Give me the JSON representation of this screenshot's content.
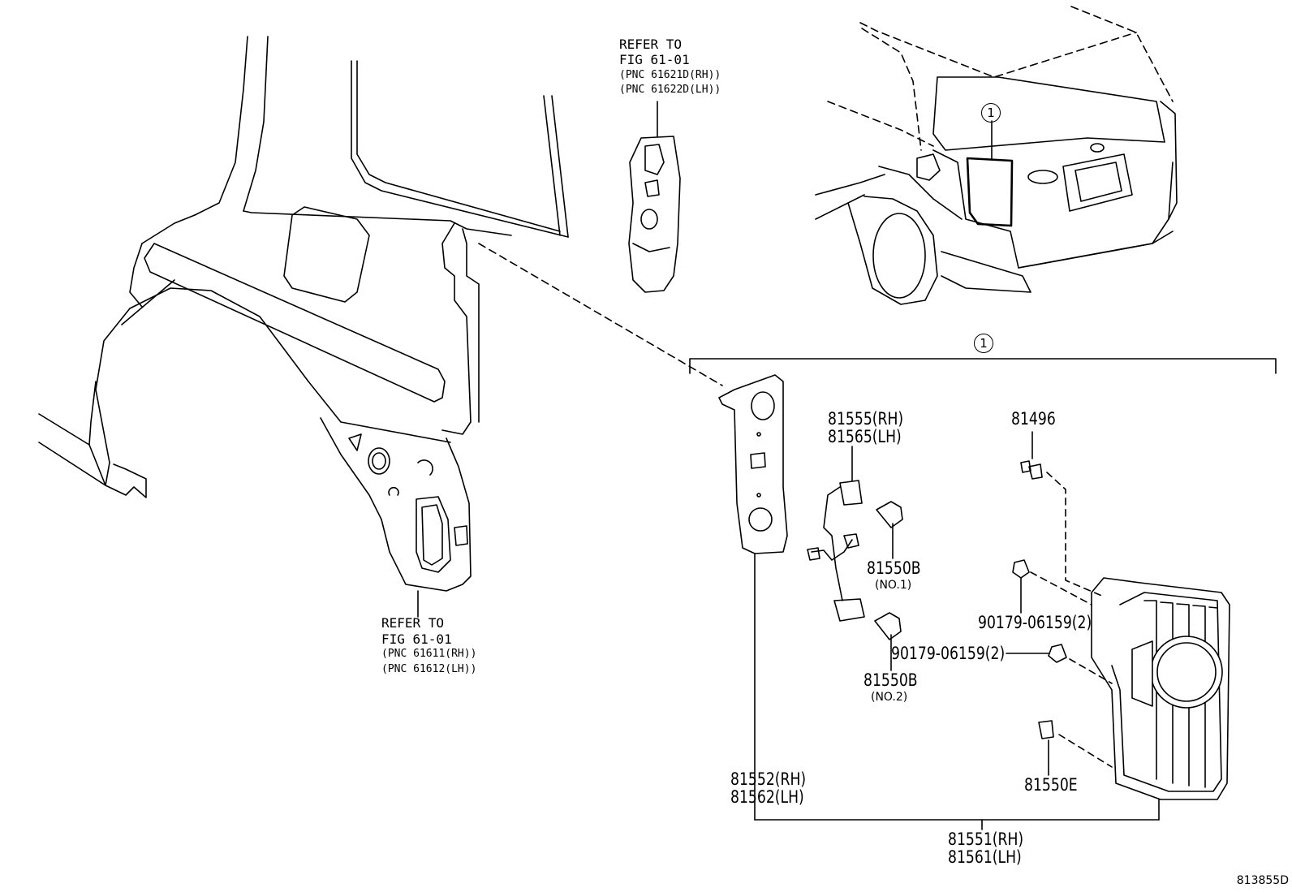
{
  "refer_upper": {
    "line1": "REFER TO",
    "line2": "FIG 61-01",
    "pnc_rh": "(PNC 61621D(RH))",
    "pnc_lh": "(PNC 61622D(LH))"
  },
  "refer_lower": {
    "line1": "REFER TO",
    "line2": "FIG 61-01",
    "pnc_rh": "(PNC 61611(RH))",
    "pnc_lh": "(PNC 61612(LH))"
  },
  "callout_marker": "1",
  "parts": {
    "socket_rh": "81555(RH)",
    "socket_lh": "81565(LH)",
    "screw": "81496",
    "bulb1": "81550B",
    "bulb1_note": "(NO.1)",
    "bulb2": "81550B",
    "bulb2_note": "(NO.2)",
    "nut_upper": "90179-06159(2)",
    "nut_lower": "90179-06159(2)",
    "clip": "81550E",
    "gasket_rh": "81552(RH)",
    "gasket_lh": "81562(LH)",
    "lamp_rh": "81551(RH)",
    "lamp_lh": "81561(LH)"
  },
  "diagram_id": "813855D"
}
